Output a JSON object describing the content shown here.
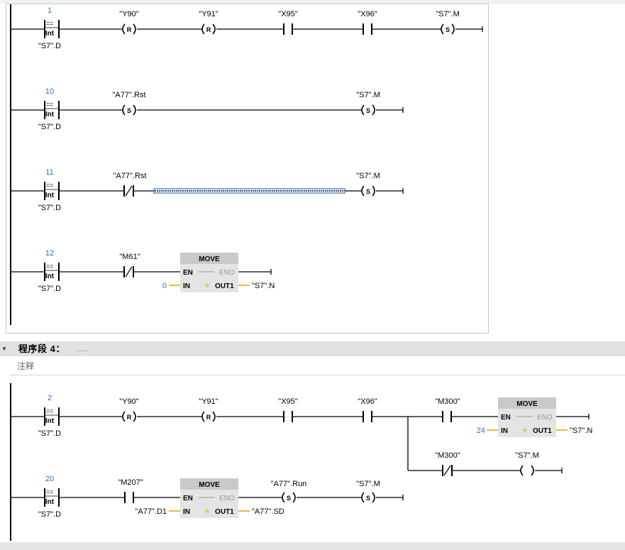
{
  "segment4": {
    "title": "程序段 4：",
    "dots": ".....",
    "comment": "注释"
  },
  "networks": [
    {
      "id": "n1",
      "num": "1",
      "op": "==",
      "type": "Int",
      "operand": "\"S7\".D",
      "labels": [
        "\"Y90\"",
        "\"Y91\"",
        "\"X95\"",
        "\"X96\"",
        "\"S7\".M"
      ],
      "coils": [
        "R",
        "R",
        "S"
      ]
    },
    {
      "id": "n10",
      "num": "10",
      "op": "==",
      "type": "Int",
      "operand": "\"S7\".D",
      "labels": [
        "\"A77\".Rst",
        "\"S7\".M"
      ],
      "coils": [
        "S",
        "S"
      ]
    },
    {
      "id": "n11",
      "num": "11",
      "op": "==",
      "type": "Int",
      "operand": "\"S7\".D",
      "labels": [
        "\"A77\".Rst",
        "\"S7\".M"
      ],
      "coils": [
        "S"
      ]
    },
    {
      "id": "n12",
      "num": "12",
      "op": "==",
      "type": "Int",
      "operand": "\"S7\".D",
      "labels": [
        "\"M61\""
      ]
    },
    {
      "id": "n2",
      "num": "2",
      "op": "==",
      "type": "Int",
      "operand": "\"S7\".D",
      "labels": [
        "\"Y90\"",
        "\"Y91\"",
        "\"X95\"",
        "\"X96\"",
        "\"M300\"",
        "\"M300\"",
        "\"S7\".M"
      ],
      "coils": [
        "R",
        "R",
        ""
      ]
    },
    {
      "id": "n20",
      "num": "20",
      "op": "==",
      "type": "Int",
      "operand": "\"S7\".D",
      "labels": [
        "\"M207\"",
        "\"A77\".Run",
        "\"S7\".M"
      ],
      "coils": [
        "S",
        "S"
      ]
    }
  ],
  "move_blocks": [
    {
      "id": "m12",
      "title": "MOVE",
      "en": "EN",
      "eno": "ENO",
      "in": "IN",
      "out": "OUT1",
      "in_val": "0",
      "out_val": "\"S7\".N"
    },
    {
      "id": "m2",
      "title": "MOVE",
      "en": "EN",
      "eno": "ENO",
      "in": "IN",
      "out": "OUT1",
      "in_val": "24",
      "out_val": "\"S7\".N"
    },
    {
      "id": "m20",
      "title": "MOVE",
      "en": "EN",
      "eno": "ENO",
      "in": "IN",
      "out": "OUT1",
      "in_val": "\"A77\".D1",
      "out_val": "\"A77\".SD"
    }
  ],
  "colors": {
    "network_number": "#2e6fbf",
    "wire": "#000000",
    "param_wire": "#e8a000",
    "block_fill": "#e4e4e4",
    "block_title": "#c9c9c9",
    "highlight_wire": "#1e4a8a"
  }
}
